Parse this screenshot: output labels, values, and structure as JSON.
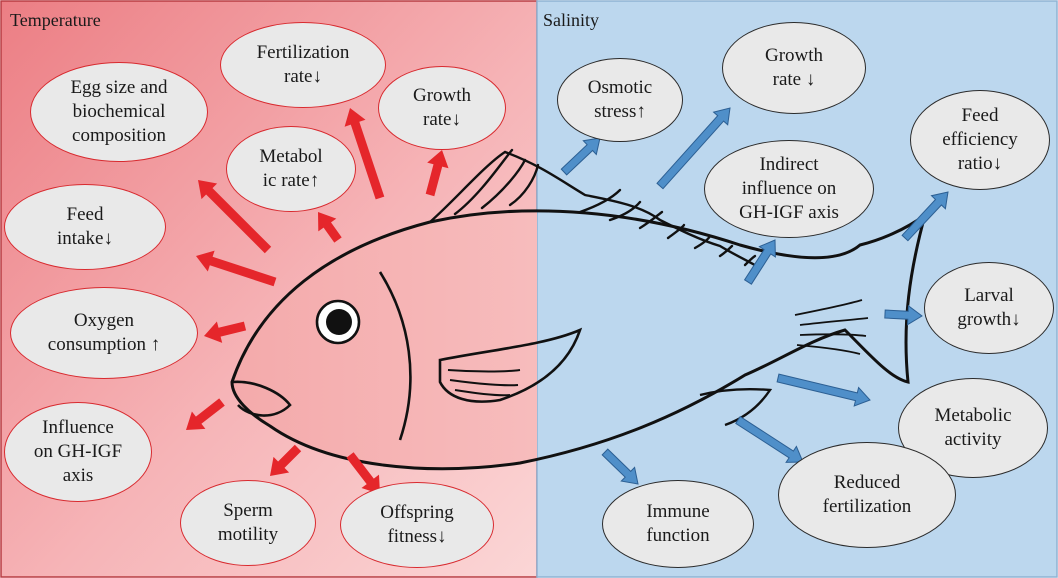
{
  "panels": {
    "temperature": {
      "title": "Temperature"
    },
    "salinity": {
      "title": "Salinity"
    }
  },
  "colors": {
    "temperature_arrow": "#e5262b",
    "temperature_bubble_border": "#d82a2f",
    "salinity_arrow": "#4f8fc9",
    "salinity_arrow_edge": "#2c5f93",
    "salinity_bubble_border": "#2b2b2b",
    "bubble_fill": "#e9e9e9",
    "fish_fill": "#f6b9ba",
    "fish_outline": "#111111"
  },
  "temperature_effects": {
    "egg_size": "Egg size and\nbiochemical\ncomposition",
    "fertilization_rate": "Fertilization\nrate↓",
    "growth_rate": "Growth\nrate↓",
    "metabolic_rate": "Metabol\nic rate↑",
    "feed_intake": "Feed\nintake↓",
    "oxygen_consumption": "Oxygen\nconsumption  ↑",
    "gh_igf_axis": "Influence\non GH-IGF\naxis",
    "sperm_motility": "Sperm\nmotility",
    "offspring_fitness": "Offspring\nfitness↓"
  },
  "salinity_effects": {
    "osmotic_stress": "Osmotic\nstress↑",
    "growth_rate": "Growth\nrate ↓",
    "feed_efficiency": "Feed\nefficiency\nratio↓",
    "gh_igf_axis": "Indirect\ninfluence on\nGH-IGF axis",
    "larval_growth": "Larval\ngrowth↓",
    "metabolic_activity": "Metabolic\nactivity",
    "reduced_fertilization": "Reduced\nfertilization",
    "immune_function": "Immune\nfunction"
  }
}
